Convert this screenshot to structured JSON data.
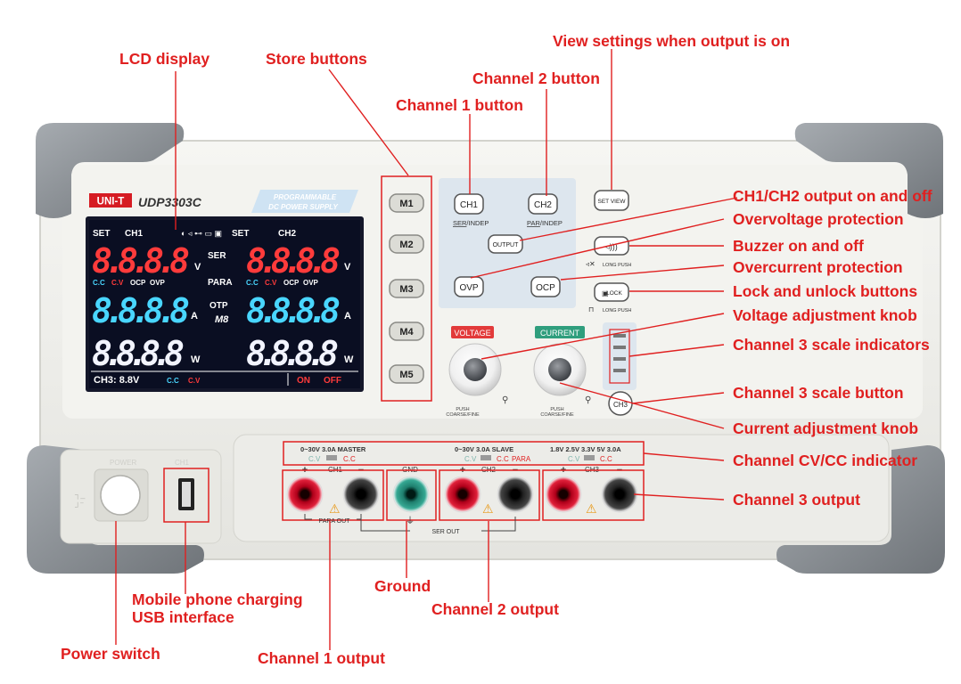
{
  "device": {
    "brand": "UNI-T",
    "model": "UDP3303C",
    "tagline_1": "PROGRAMMABLE",
    "tagline_2": "DC POWER SUPPLY"
  },
  "lcd": {
    "set_label": "SET",
    "ch1_label": "CH1",
    "ch2_label": "CH2",
    "digits_4": "8.8.8.8",
    "digits_5": "8.8.8.8",
    "seg_v": "V",
    "seg_a": "A",
    "seg_w": "W",
    "cc": "C.C",
    "cv": "C.V",
    "ocp": "OCP",
    "ovp": "OVP",
    "ser": "SER",
    "para": "PARA",
    "otp": "OTP",
    "m8": "M8",
    "ch3_reading": "CH3: 8.8V",
    "on": "ON",
    "off": "OFF"
  },
  "panel": {
    "m_buttons": [
      "M1",
      "M2",
      "M3",
      "M4",
      "M5"
    ],
    "ch1_button": "CH1",
    "ch1_sub_a": "SER",
    "ch1_sub_b": "/INDEP",
    "ch2_button": "CH2",
    "ch2_sub_a": "PAR",
    "ch2_sub_b": "/INDEP",
    "output_button": "OUTPUT",
    "ovp_button": "OVP",
    "ocp_button": "OCP",
    "setview_button": "SET VIEW",
    "lock_button": "LOCK",
    "long_push": "LONG PUSH",
    "voltage_label": "VOLTAGE",
    "current_label": "CURRENT",
    "push_coarse_fine": "PUSH",
    "coarse_fine": "COARSE/FINE",
    "ch3_button": "CH3"
  },
  "terminals": {
    "master_spec": "0~30V  3.0A  MASTER",
    "slave_spec": "0~30V  3.0A  SLAVE",
    "ch3_spec": "1.8V  2.5V  3.3V  5V  3.0A",
    "cv": "C.V",
    "cc": "C.C",
    "para": "PARA",
    "ch1": "CH1",
    "ch2": "CH2",
    "ch3": "CH3",
    "gnd": "GND",
    "plus": "+",
    "minus": "−",
    "para_out": "PARA OUT",
    "ser_out": "SER OUT"
  },
  "callouts": {
    "lcd_display": "LCD display",
    "store_buttons": "Store buttons",
    "view_settings": "View settings when output is on",
    "channel2_button": "Channel 2 button",
    "channel1_button": "Channel 1 button",
    "output_onoff": "CH1/CH2 output on and off",
    "ovp": "Overvoltage protection",
    "buzzer": "Buzzer on and off",
    "ocp": "Overcurrent protection",
    "lock": "Lock and unlock buttons",
    "voltage_knob": "Voltage adjustment knob",
    "ch3_scale_ind": "Channel 3 scale indicators",
    "ch3_scale_btn": "Channel 3 scale button",
    "current_knob": "Current adjustment knob",
    "cvcc": "Channel CV/CC indicator",
    "ch3_output": "Channel 3 output",
    "usb": "Mobile phone charging USB interface",
    "ground": "Ground",
    "ch2_output": "Channel 2 output",
    "power_switch": "Power switch",
    "ch1_output": "Channel 1 output"
  },
  "colors": {
    "callout": "#e02020",
    "lcd_bg": "#0a0e22",
    "lcd_red": "#ff3b3b",
    "lcd_cyan": "#49d6ff",
    "lcd_white": "#f2f4ff",
    "panel": "#efefea",
    "bumper": "#8f9499"
  }
}
